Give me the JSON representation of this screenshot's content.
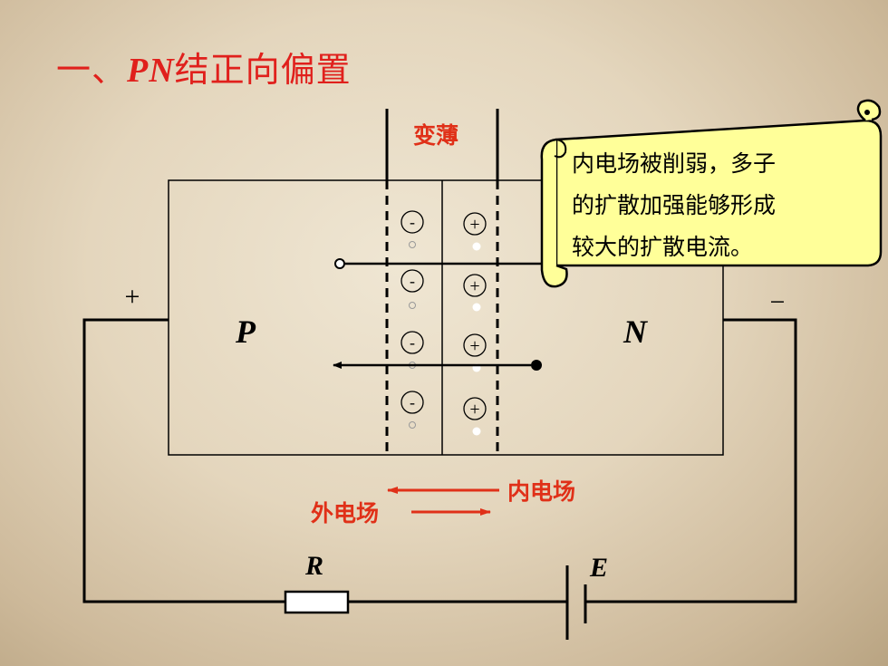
{
  "title": {
    "prefix": "一、",
    "latin": "PN",
    "suffix": "结正向偏置"
  },
  "labels": {
    "thin": "变薄",
    "p_region": "P",
    "n_region": "N",
    "plus": "+",
    "minus": "−",
    "inner_field": "内电场",
    "outer_field": "外电场",
    "resistor": "R",
    "battery": "E",
    "neg_ion": "-",
    "pos_ion": "+"
  },
  "callout": {
    "lines": [
      "内电场被削弱，多子",
      "的扩散加强能够形成",
      "较大的扩散电流。"
    ]
  },
  "colors": {
    "accent_red": "#e0201c",
    "callout_fill": "#ffff99"
  }
}
